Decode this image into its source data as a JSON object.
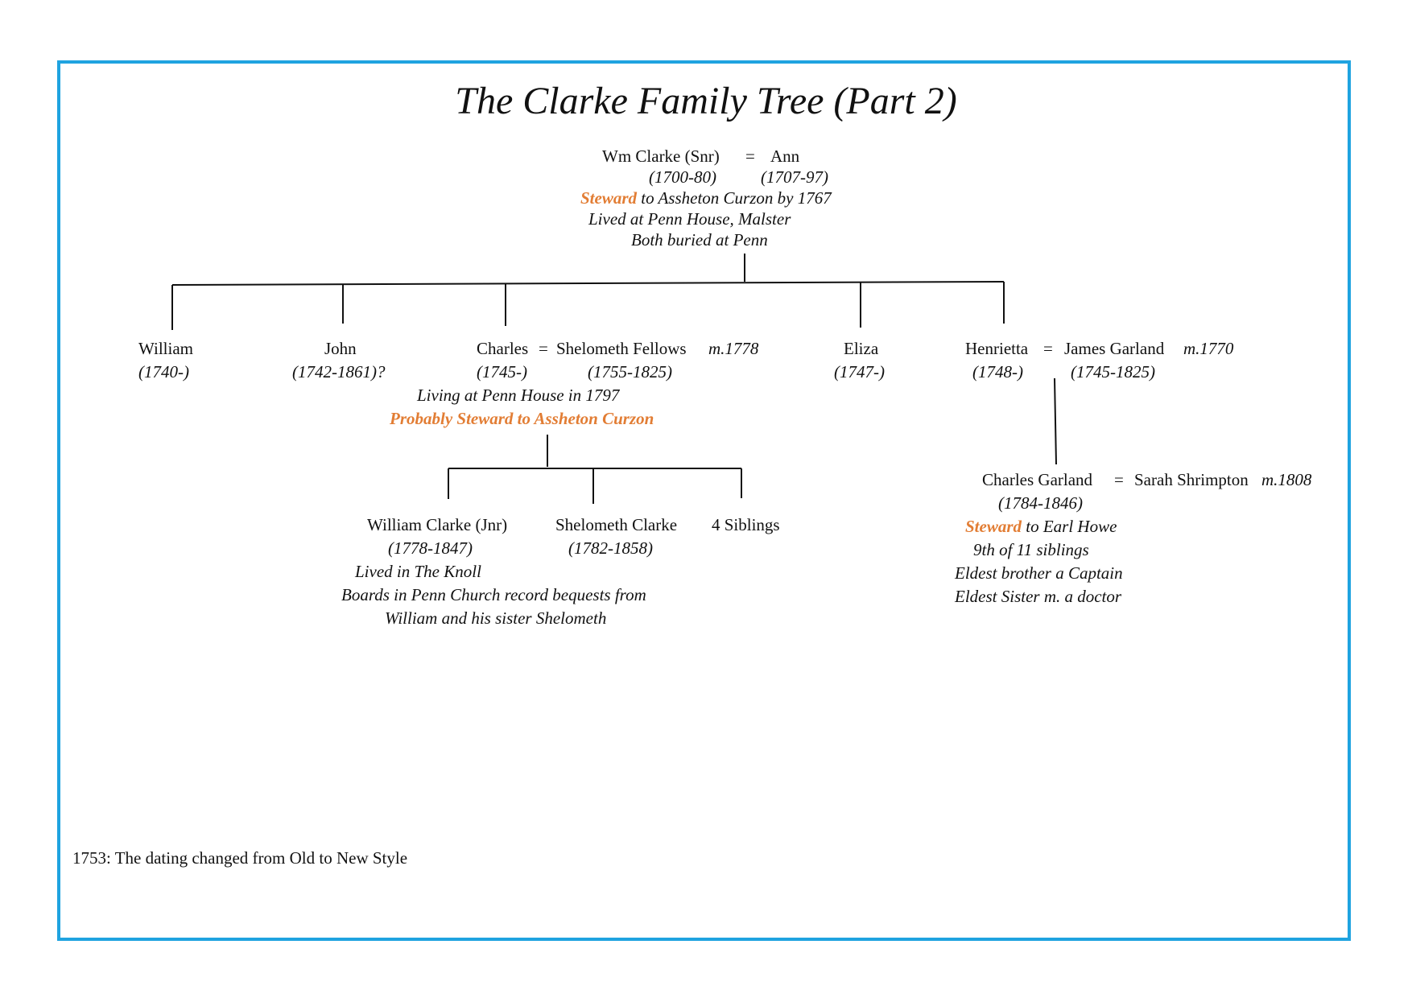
{
  "title": "The Clarke Family Tree (Part 2)",
  "accent_color": "#e27d34",
  "frame_color": "#1fa3e0",
  "root": {
    "husband": "Wm Clarke (Snr)",
    "eq": "=",
    "wife": "Ann",
    "husband_dates": "(1700-80)",
    "wife_dates": "(1707-97)",
    "role_highlight": "Steward",
    "role_rest": " to Assheton Curzon by 1767",
    "note1": "Lived at Penn House, Malster",
    "note2": "Both buried at Penn"
  },
  "children": {
    "william": {
      "name": "William",
      "dates": "(1740-)"
    },
    "john": {
      "name": "John",
      "dates": "(1742-1861)?"
    },
    "charles": {
      "name": "Charles",
      "eq": "=",
      "spouse": "Shelometh Fellows",
      "married": "m.1778",
      "dates": "(1745-)",
      "spouse_dates": "(1755-1825)",
      "note": "Living at Penn House in 1797",
      "note_highlight": "Probably Steward to Assheton Curzon"
    },
    "eliza": {
      "name": "Eliza",
      "dates": "(1747-)"
    },
    "henrietta": {
      "name": "Henrietta",
      "eq": "=",
      "spouse": "James Garland",
      "married": "m.1770",
      "dates": "(1748-)",
      "spouse_dates": "(1745-1825)"
    }
  },
  "charles_children": {
    "william_jnr": {
      "name": "William Clarke (Jnr)",
      "dates": "(1778-1847)",
      "note1": "Lived in The  Knoll",
      "note2": "Boards in Penn Church record bequests from",
      "note3": "William and his sister Shelometh"
    },
    "shelometh": {
      "name": "Shelometh Clarke",
      "dates": "(1782-1858)"
    },
    "siblings": {
      "name": "4 Siblings"
    }
  },
  "garland_child": {
    "name": "Charles Garland",
    "eq": "=",
    "spouse": "Sarah Shrimpton",
    "married": "m.1808",
    "dates": "(1784-1846)",
    "role_highlight": "Steward",
    "role_rest": " to Earl Howe",
    "note1": "9th of 11  siblings",
    "note2": "Eldest brother a Captain",
    "note3": "Eldest Sister  m. a doctor"
  },
  "footnote": "1753: The dating changed from Old to New Style"
}
